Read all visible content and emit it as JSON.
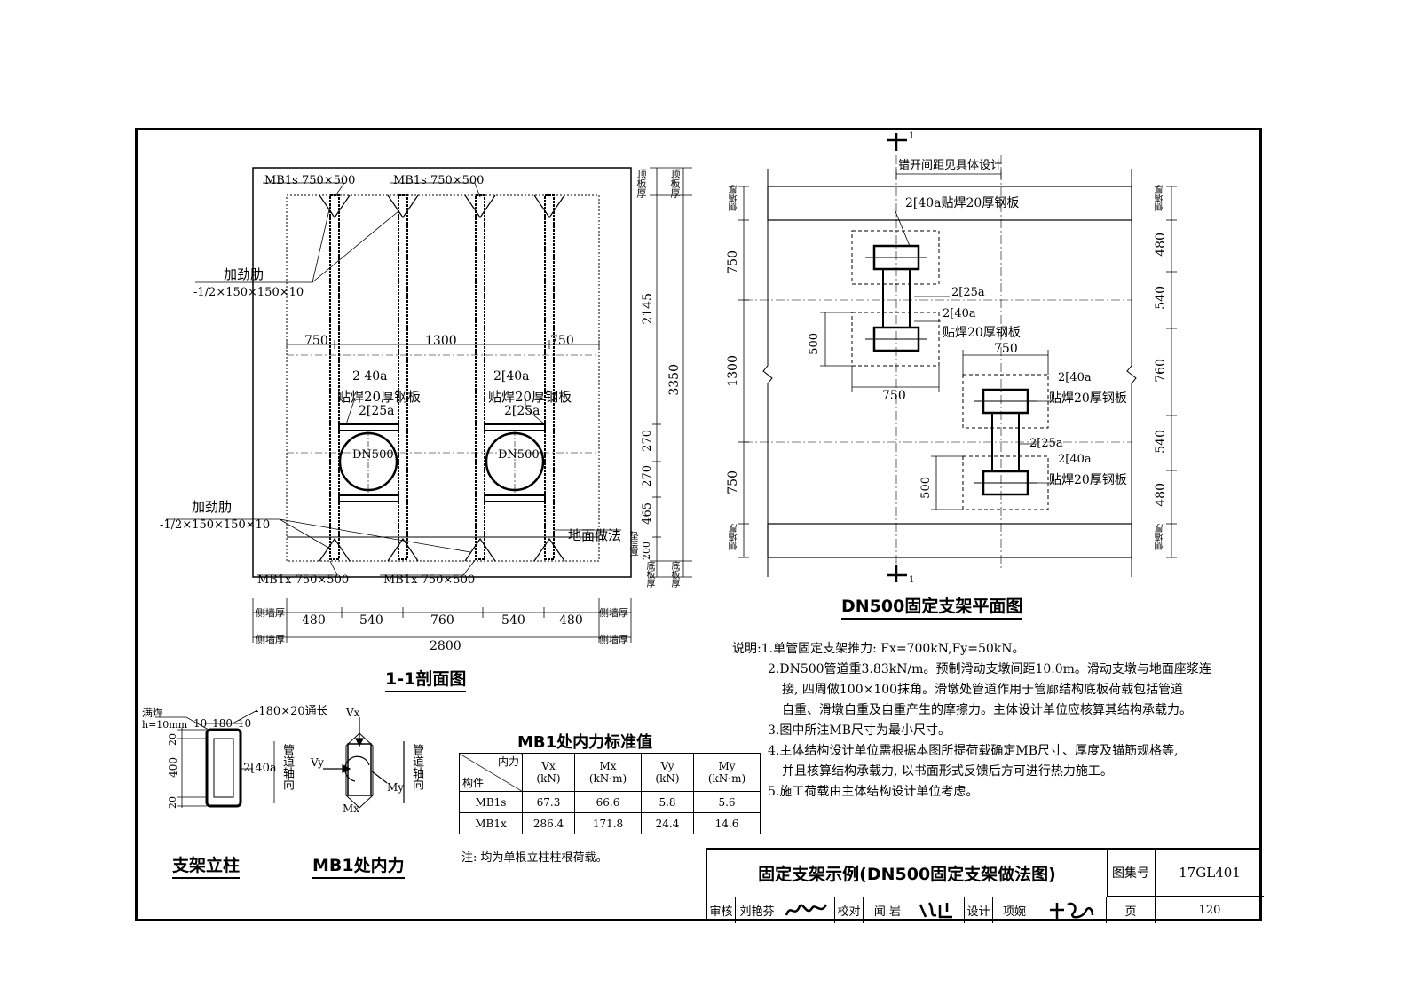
{
  "section_view": {
    "title": "1-1剖面图",
    "mb1s_label_left": "MB1s 750×500",
    "mb1s_label_right": "MB1s 750×500",
    "mb1x_label_left": "MB1x 750×500",
    "mb1x_label_right": "MB1x 750×500",
    "stiffener_top": "加劲肋",
    "stiffener_top_spec": "-1/2×150×150×10",
    "stiffener_bottom": "加劲肋",
    "stiffener_bottom_spec": "-1/2×150×150×10",
    "dim_750_left": "750",
    "dim_1300": "1300",
    "dim_750_right": "750",
    "left_col_label_1": "2 40a",
    "left_col_label_2": "贴焊20厚钢板",
    "left_col_label_3": "2[25a",
    "right_col_label_1": "2[40a",
    "right_col_label_2": "贴焊20厚钢板",
    "right_col_label_3": "2[25a",
    "pipe_left": "DN500",
    "pipe_right": "DN500",
    "ground_label": "地面做法",
    "right_dims": [
      "顶板厚",
      "2145",
      "270",
      "270",
      "465",
      "200",
      "垫层厚",
      "底板厚"
    ],
    "dim_3350": "3350",
    "top_plate_right": "顶板厚",
    "bottom_plate_right": "底板厚",
    "bottom_dims": [
      "侧墙厚",
      "480",
      "540",
      "760",
      "540",
      "480",
      "侧墙厚"
    ],
    "dim_2800": "2800",
    "wall_left": "侧墙厚",
    "wall_right": "侧墙厚"
  },
  "plan_view": {
    "title": "DN500固定支架平面图",
    "section_mark_top": "1",
    "section_mark_bottom": "1",
    "offset_note": "错开间距见具体设计",
    "top_label": "2[40a贴焊20厚钢板",
    "mid_label_1": "2[25a",
    "mid_label_2": "2[40a",
    "mid_label_3": "贴焊20厚钢板",
    "right_label_1": "2[40a",
    "right_label_2": "贴焊20厚钢板",
    "right_label_3": "2[25a",
    "right_label_4": "2[40a",
    "right_label_5": "贴焊20厚钢板",
    "dim_750_a": "750",
    "dim_750_b": "750",
    "dim_500_a": "500",
    "dim_500_b": "500",
    "left_dims": [
      "侧墙厚",
      "750",
      "1300",
      "750",
      "侧墙厚"
    ],
    "right_dims": [
      "侧墙厚",
      "480",
      "540",
      "760",
      "540",
      "480",
      "侧墙厚"
    ]
  },
  "column_detail": {
    "title": "支架立柱",
    "weld_label": "满焊",
    "weld_h": "h=10mm",
    "plate_label": "-180×20通长",
    "top_dims": "10 180 10",
    "side_dims": [
      "20",
      "400",
      "20"
    ],
    "channel_label": "2[40a",
    "axis_label": "管道轴向"
  },
  "force_detail": {
    "title": "MB1处内力",
    "vx": "Vx",
    "vy": "Vy",
    "mx": "Mx",
    "my": "My",
    "axis_label": "管道轴向"
  },
  "force_table": {
    "title": "MB1处内力标准值",
    "corner_top": "内力",
    "corner_bottom": "构件",
    "headers": [
      {
        "name": "Vx",
        "unit": "(kN)"
      },
      {
        "name": "Mx",
        "unit": "(kN·m)"
      },
      {
        "name": "Vy",
        "unit": "(kN)"
      },
      {
        "name": "My",
        "unit": "(kN·m)"
      }
    ],
    "rows": [
      {
        "name": "MB1s",
        "values": [
          "67.3",
          "66.6",
          "5.8",
          "5.6"
        ]
      },
      {
        "name": "MB1x",
        "values": [
          "286.4",
          "171.8",
          "24.4",
          "14.6"
        ]
      }
    ],
    "note": "注: 均为单根立柱柱根荷载。"
  },
  "notes": {
    "lead": "说明:",
    "items": [
      "1.单管固定支架推力: Fx=700kN,Fy=50kN。",
      "2.DN500管道重3.83kN/m。预制滑动支墩间距10.0m。滑动支墩与地面座浆连",
      "接, 四周做100×100抹角。滑墩处管道作用于管廊结构底板荷载包括管道",
      "自重、滑墩自重及自重产生的摩擦力。主体设计单位应核算其结构承载力。",
      "3.图中所注MB尺寸为最小尺寸。",
      "4.主体结构设计单位需根据本图所提荷载确定MB尺寸、厚度及锚筋规格等,",
      "并且核算结构承载力, 以书面形式反馈后方可进行热力施工。",
      "5.施工荷载由主体结构设计单位考虑。"
    ]
  },
  "title_block": {
    "main_title": "固定支架示例(DN500固定支架做法图)",
    "atlas_label": "图集号",
    "atlas_no": "17GL401",
    "review_label": "审核",
    "reviewer": "刘艳芬",
    "check_label": "校对",
    "checker": "闻 岩",
    "design_label": "设计",
    "designer": "项婉",
    "page_label": "页",
    "page_no": "120"
  }
}
